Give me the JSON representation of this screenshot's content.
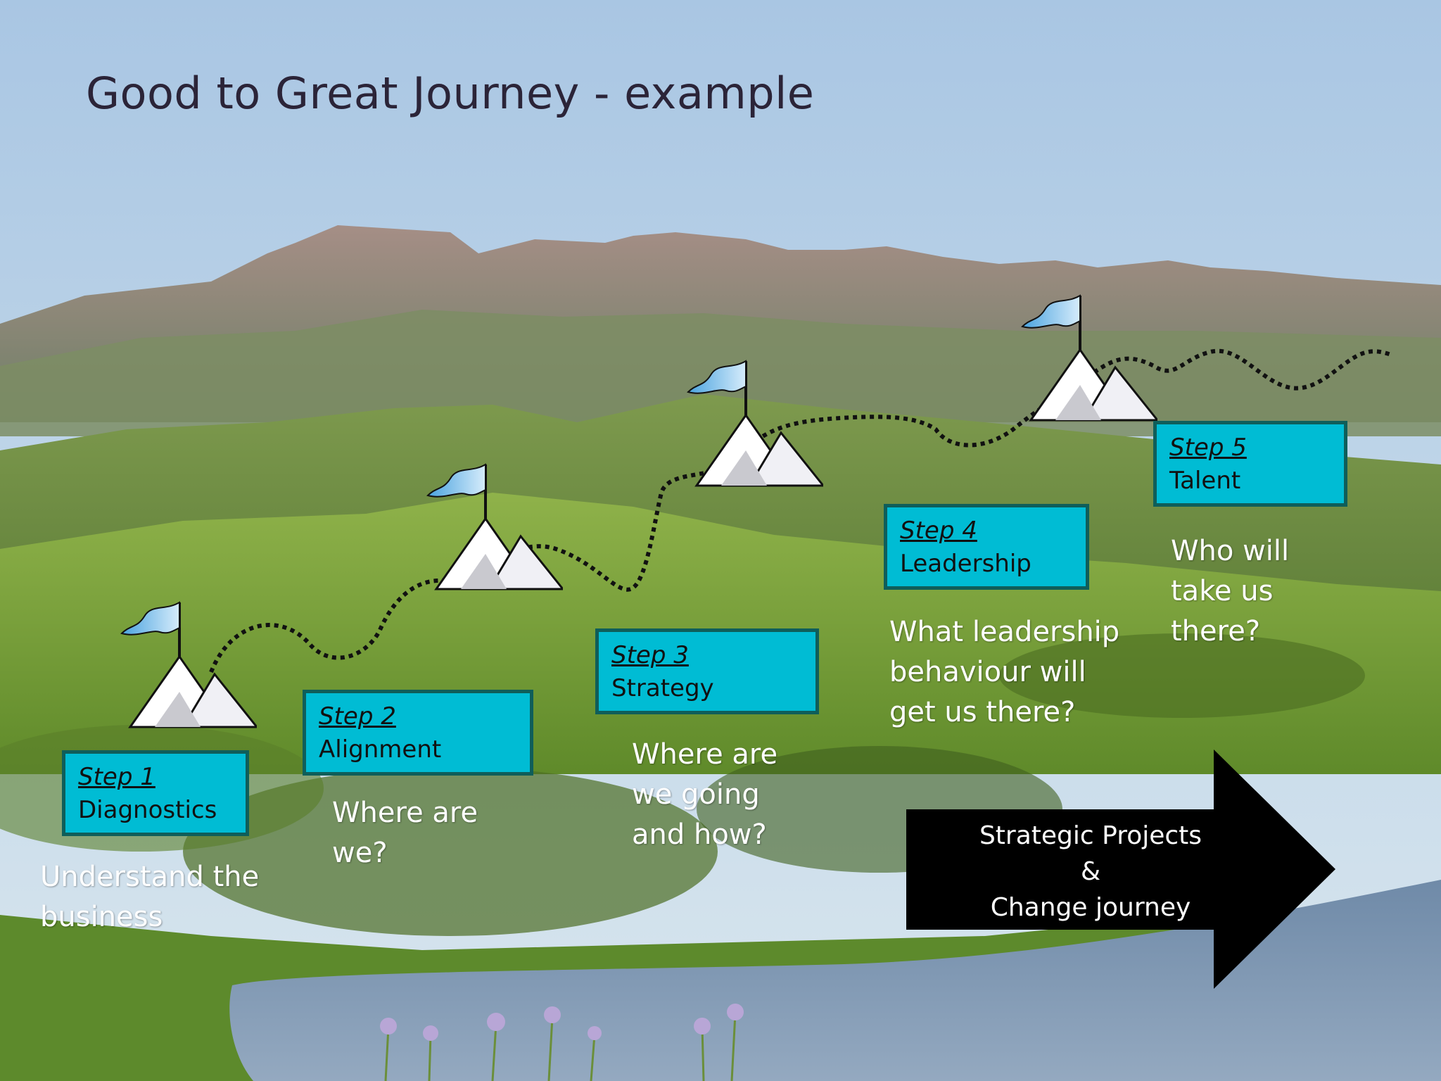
{
  "title": "Good to Great Journey - example",
  "steps": [
    {
      "num": "Step 1",
      "name": "Diagnostics",
      "question": "Understand the business"
    },
    {
      "num": "Step 2",
      "name": "Alignment",
      "question": "Where are we?"
    },
    {
      "num": "Step 3",
      "name": "Strategy",
      "question": "Where are we going and how?"
    },
    {
      "num": "Step 4",
      "name": "Leadership",
      "question": "What leadership behaviour will get us there?"
    },
    {
      "num": "Step 5",
      "name": "Talent",
      "question": "Who will take us there?"
    }
  ],
  "arrow": {
    "line1": "Strategic Projects",
    "line2": "&",
    "line3": "Change journey"
  },
  "colors": {
    "step_box": "#00bcd4",
    "step_border": "#0f5e5a",
    "arrow": "#000000",
    "question_text": "#ffffff",
    "title_text": "#2b2438"
  },
  "icons": [
    "mountain-flag-icon"
  ]
}
